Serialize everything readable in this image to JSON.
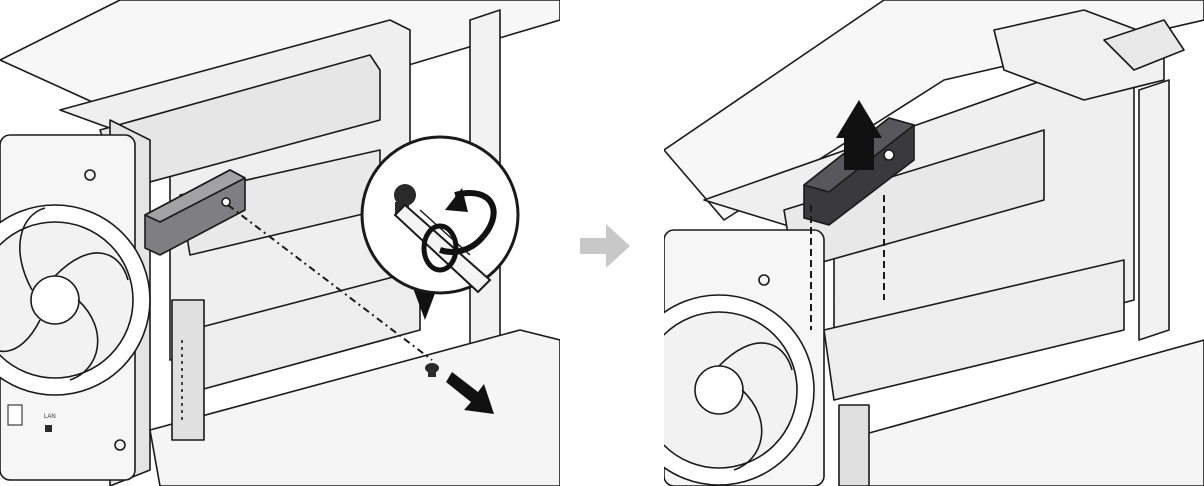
{
  "figure": {
    "steps": [
      {
        "id": "remove-screw",
        "icons": [
          "screwdriver-icon",
          "counterclockwise-rotate-icon",
          "screw-icon",
          "remove-direction-arrow-icon"
        ]
      },
      {
        "id": "lift-bracket",
        "icons": [
          "lift-up-arrow-icon",
          "bracket-icon"
        ]
      }
    ],
    "fan_labels": {
      "lan": "LAN"
    },
    "colors": {
      "bracket_light": "#7f7f83",
      "bracket_dark": "#3a3a3d",
      "step_arrow": "#c8c8c8",
      "line": "#1a1a1a",
      "chassis": "#f4f4f4",
      "chassis_shade": "#dcdcdc"
    }
  }
}
